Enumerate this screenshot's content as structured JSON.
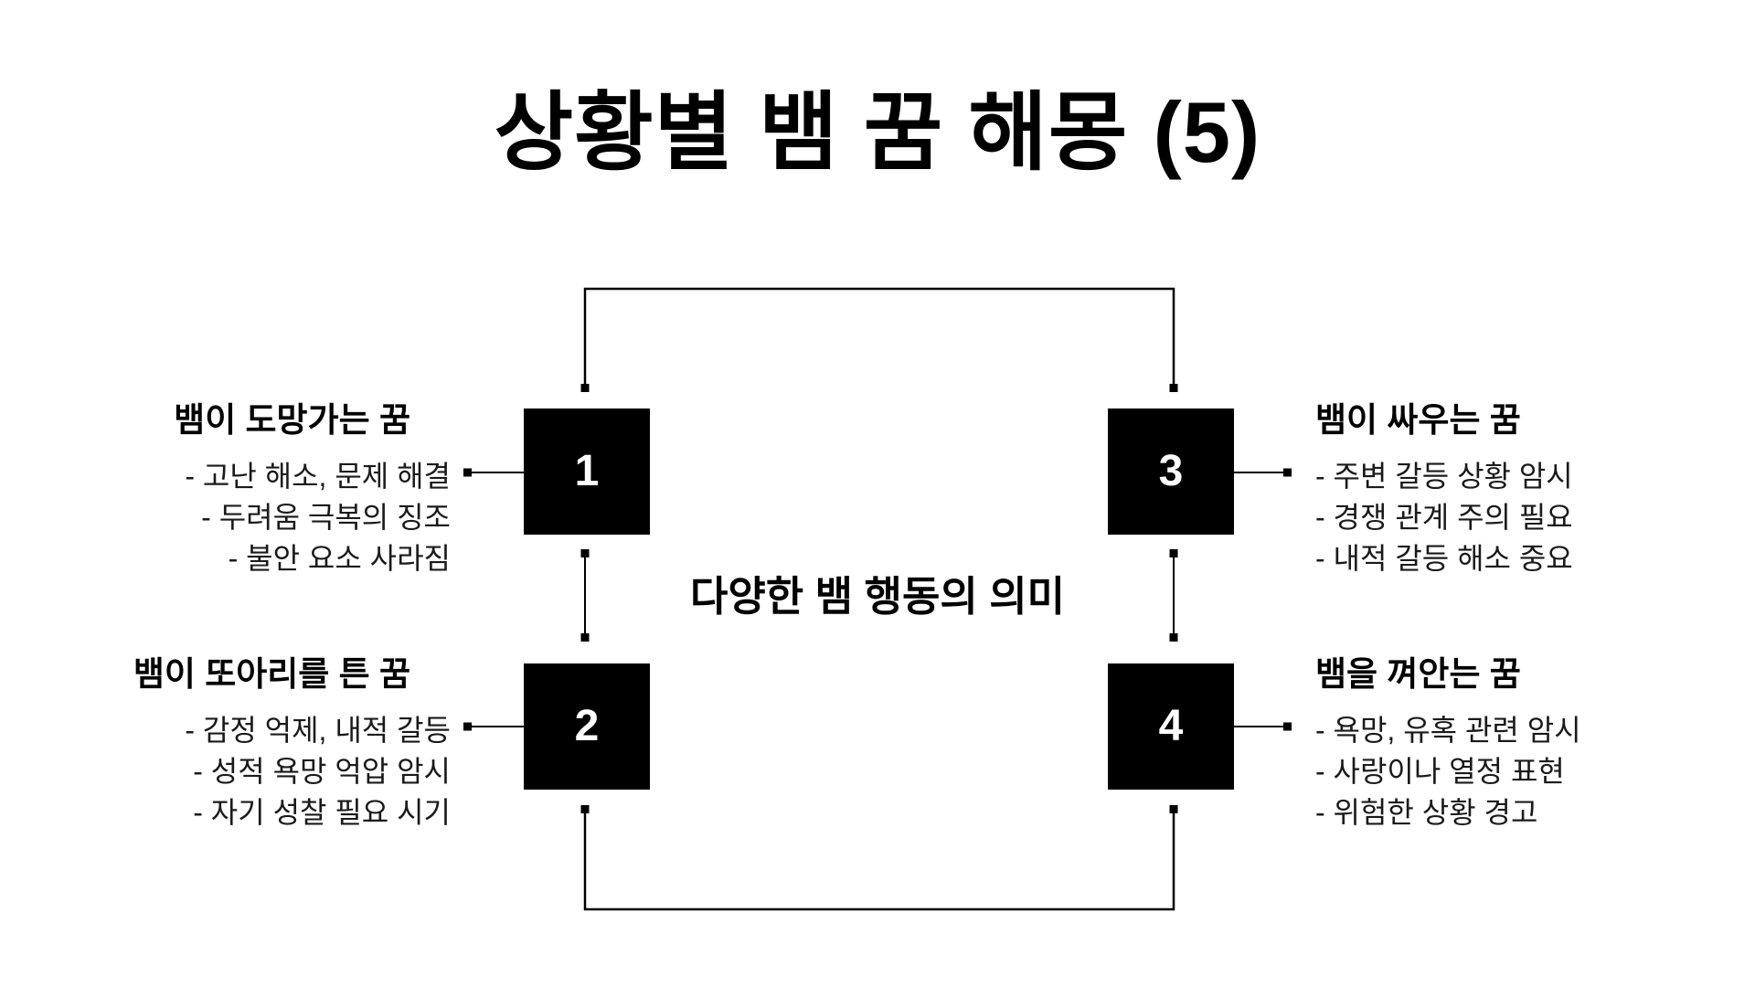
{
  "title": "상황별 뱀 꿈 해몽 (5)",
  "center_label": "다양한 뱀 행동의 의미",
  "colors": {
    "background": "#ffffff",
    "ink": "#000000",
    "number_color": "#ffffff"
  },
  "nodes": [
    {
      "number": "1",
      "title": "뱀이 도망가는 꿈",
      "bullets": [
        "- 고난 해소, 문제 해결",
        "- 두려움 극복의 징조",
        "- 불안 요소 사라짐"
      ]
    },
    {
      "number": "2",
      "title": "뱀이 또아리를 튼 꿈",
      "bullets": [
        "- 감정 억제, 내적 갈등",
        "- 성적 욕망 억압 암시",
        "- 자기 성찰 필요 시기"
      ]
    },
    {
      "number": "3",
      "title": "뱀이 싸우는 꿈",
      "bullets": [
        "- 주변 갈등 상황 암시",
        "- 경쟁 관계 주의 필요",
        "- 내적 갈등 해소 중요"
      ]
    },
    {
      "number": "4",
      "title": "뱀을 껴안는 꿈",
      "bullets": [
        "- 욕망, 유혹 관련 암시",
        "- 사랑이나 열정 표현",
        "- 위험한 상황 경고"
      ]
    }
  ]
}
